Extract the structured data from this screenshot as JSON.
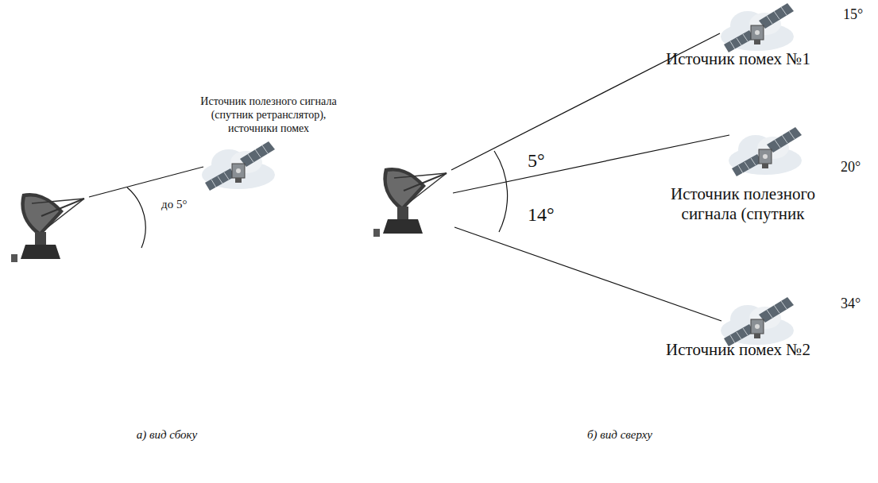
{
  "diagram": {
    "labels": [
      "Источник полезного сигнала (спутник ретранслятор), источники помех",
      "до 5°",
      "а) вид сбоку",
      "б) вид сверху",
      "15°",
      "Источник помех №1",
      "5°",
      "20°",
      "Источник полезного сигнала (спутник",
      "14°",
      "34°",
      "Источник помех №2"
    ]
  }
}
